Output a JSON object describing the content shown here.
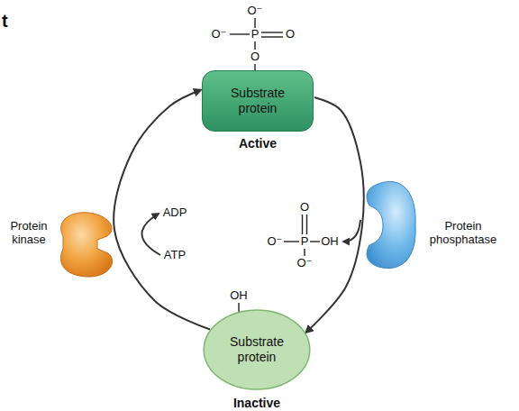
{
  "diagram": {
    "nodes": [
      {
        "text": [
          "Substrate protein",
          "Active"
        ]
      },
      {
        "text": [
          "Substrate protein",
          "Inactive"
        ]
      }
    ],
    "edges": [
      {
        "from": 1,
        "to": 0,
        "arrow": "to"
      },
      {
        "from": 0,
        "to": 1,
        "arrow": "to"
      }
    ],
    "labels": [
      "t",
      "O⁻",
      "O⁻",
      "P",
      "O",
      "O",
      "Protein kinase",
      "ADP",
      "ATP",
      "Protein phosphatase",
      "O",
      "O⁻",
      "P",
      "OH",
      "O⁻",
      "OH"
    ]
  }
}
